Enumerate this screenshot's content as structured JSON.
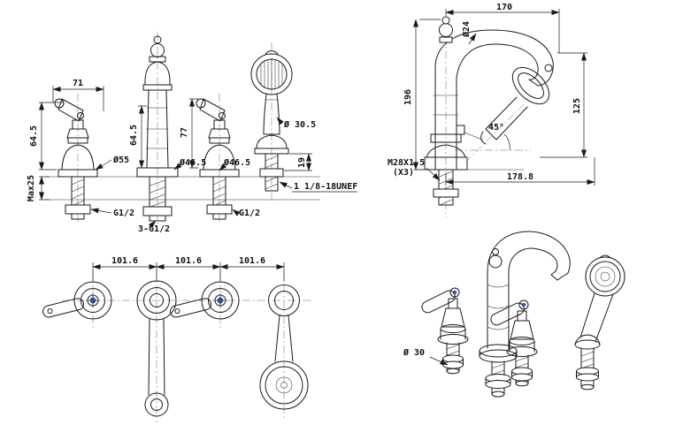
{
  "drawing": {
    "front_view": {
      "dim_71": "71",
      "dim_64_5_left": "64.5",
      "dim_max25": "Max25",
      "dim_dia55": "Ø55",
      "dim_64_5_mid": "64.5",
      "dim_dia46_5_spout": "Ø46.5",
      "dim_77": "77",
      "dim_dia46_5_handle": "Ø46.5",
      "dim_dia30_5": "Ø 30.5",
      "dim_19": "19",
      "thread_g12_left": "G1/2",
      "thread_3_g12": "3-G1/2",
      "thread_g12_right": "G1/2",
      "thread_unef": "1 1/8-18UNEF"
    },
    "side_view": {
      "dim_170": "170",
      "dim_dia24": "Ø24",
      "dim_196": "196",
      "dim_45deg": "45°",
      "dim_125": "125",
      "thread_m28_line1": "M28X1.5",
      "thread_m28_line2": "(X3)",
      "dim_178_8": "178.8"
    },
    "plan_view": {
      "dim_101_6_a": "101.6",
      "dim_101_6_b": "101.6",
      "dim_101_6_c": "101.6"
    },
    "perspective_view": {
      "dim_dia30": "Ø 30"
    }
  }
}
